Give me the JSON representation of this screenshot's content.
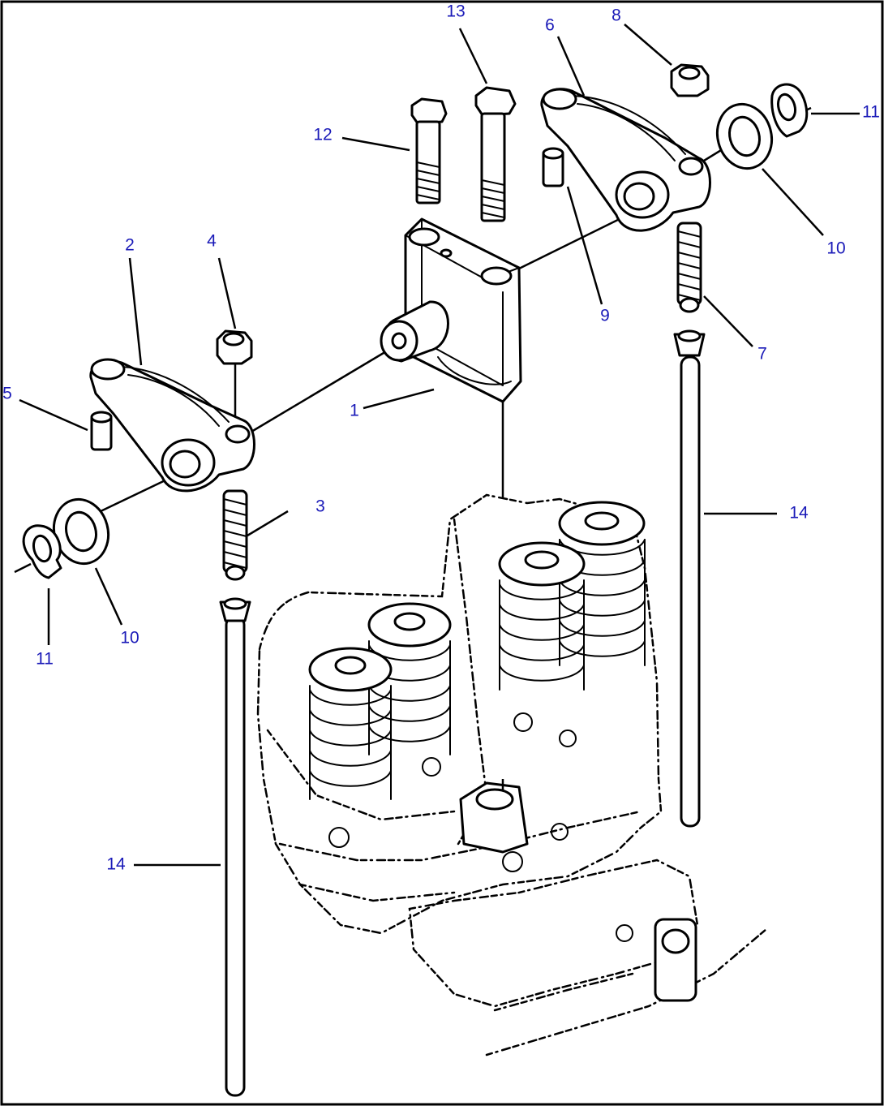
{
  "callouts": {
    "c1": "1",
    "c2": "2",
    "c3": "3",
    "c4": "4",
    "c5": "5",
    "c6": "6",
    "c7": "7",
    "c8": "8",
    "c9": "9",
    "c10_left": "10",
    "c10_right": "10",
    "c11_left": "11",
    "c11_right": "11",
    "c12": "12",
    "c13": "13",
    "c14_left": "14",
    "c14_right": "14"
  },
  "colors": {
    "callout_text": "#1a1ab8",
    "line_art": "#000000",
    "background": "#ffffff"
  }
}
